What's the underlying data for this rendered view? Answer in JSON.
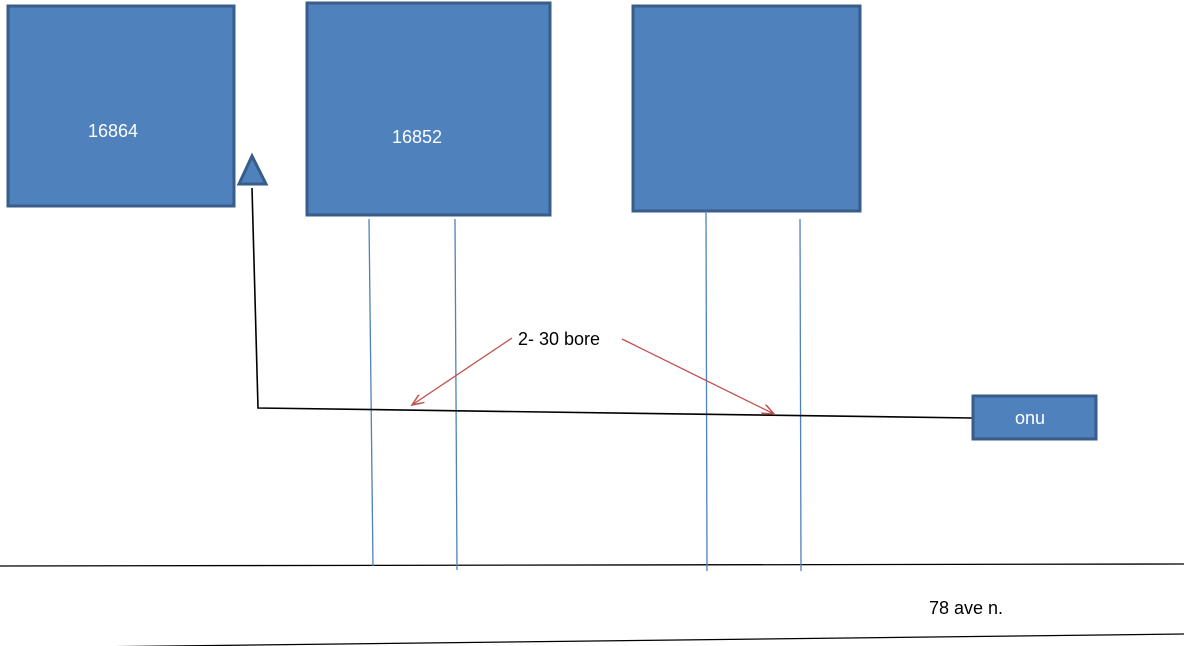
{
  "buildings": [
    {
      "label": "16864"
    },
    {
      "label": "16852"
    },
    {
      "label": ""
    }
  ],
  "onu": {
    "label": "onu"
  },
  "bore_note": {
    "label": "2- 30 bore"
  },
  "street": {
    "label": "78 ave n."
  },
  "colors": {
    "box_fill": "#4F81BD",
    "box_stroke": "#385D8A",
    "pipe_line": "#4F81BD",
    "arrow": "#C0504D",
    "feed_line": "#000000"
  }
}
